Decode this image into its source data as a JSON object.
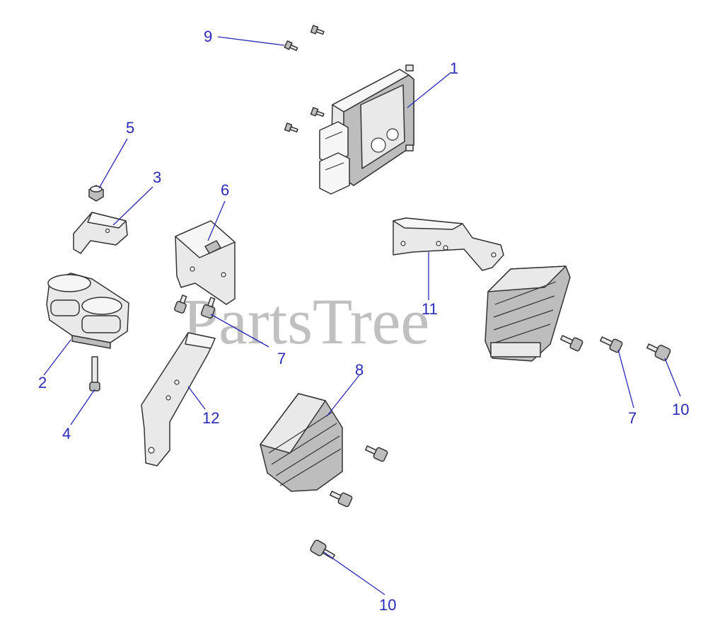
{
  "diagram": {
    "watermark": "PartsTree",
    "callouts": [
      "1",
      "2",
      "3",
      "4",
      "5",
      "6",
      "7",
      "7",
      "8",
      "9",
      "10",
      "10",
      "11",
      "12"
    ],
    "label_color": "#2a2ab8"
  }
}
